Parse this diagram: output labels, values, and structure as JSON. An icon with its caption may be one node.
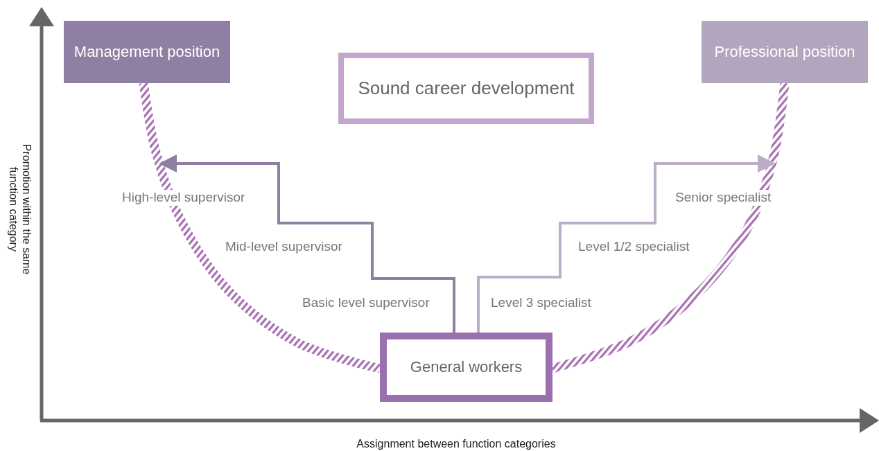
{
  "diagram": {
    "nodes": [
      {
        "text": [
          "Management position"
        ]
      },
      {
        "text": [
          "Sound career development"
        ]
      },
      {
        "text": [
          "Professional position"
        ]
      },
      {
        "text": [
          "General workers"
        ]
      }
    ],
    "edges": [
      {
        "from": 3,
        "to": 0,
        "arrow": "none",
        "style": "dashed",
        "color": "#a66fb0"
      },
      {
        "from": 3,
        "to": 2,
        "arrow": "none",
        "style": "dashed",
        "color": "#a66fb0"
      },
      {
        "from": 3,
        "to": null,
        "arrow": "to",
        "color": "#8e7fa3"
      },
      {
        "from": 3,
        "to": null,
        "arrow": "to",
        "color": "#bcaec6"
      }
    ],
    "labels": [
      "Promotion within the same function category",
      "High-level supervisor",
      "Senior specialist",
      "Mid-level supervisor",
      "Level 1/2 specialist",
      "Basic level supervisor",
      "Level 3 specialist",
      "Assignment between function categories"
    ]
  }
}
